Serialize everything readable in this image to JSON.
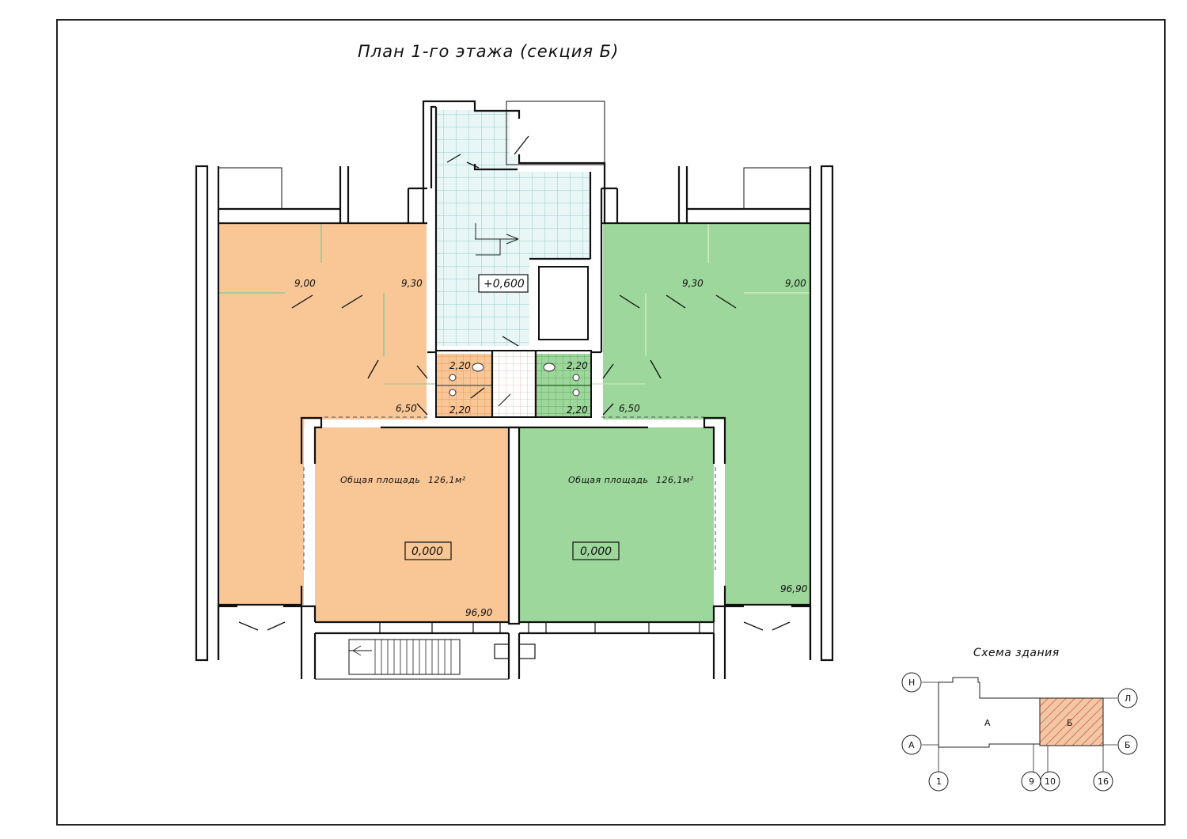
{
  "title": "План 1-го этажа (секция Б)",
  "colors": {
    "left_unit": "#f9c696",
    "right_unit": "#9dd79b",
    "stair_tiles": "#e8f6f6",
    "tile_lines": "#8fcfca",
    "wall": "#111111",
    "frame": "#222222"
  },
  "left_unit": {
    "room_top_left_dim": "9,00",
    "room_top_right_dim": "9,30",
    "corridor_dim": "6,50",
    "bath_top_dim": "2,20",
    "bath_bottom_dim": "2,20",
    "area_text": "Общая площадь",
    "area_value": "126,1м²",
    "level_mark": "0,000",
    "main_area_dim": "96,90"
  },
  "right_unit": {
    "room_top_left_dim": "9,30",
    "room_top_right_dim": "9,00",
    "corridor_dim": "6,50",
    "bath_top_dim": "2,20",
    "bath_bottom_dim": "2,20",
    "area_text": "Общая площадь",
    "area_value": "126,1м²",
    "level_mark": "0,000",
    "main_area_dim": "96,90"
  },
  "stair_level_mark": "+0,600",
  "schema": {
    "title": "Схема здания",
    "section_a": "А",
    "section_b": "Б",
    "row_axes": [
      "Н",
      "А",
      "Л",
      "Б"
    ],
    "col_axes": [
      "1",
      "9",
      "10",
      "16"
    ]
  }
}
